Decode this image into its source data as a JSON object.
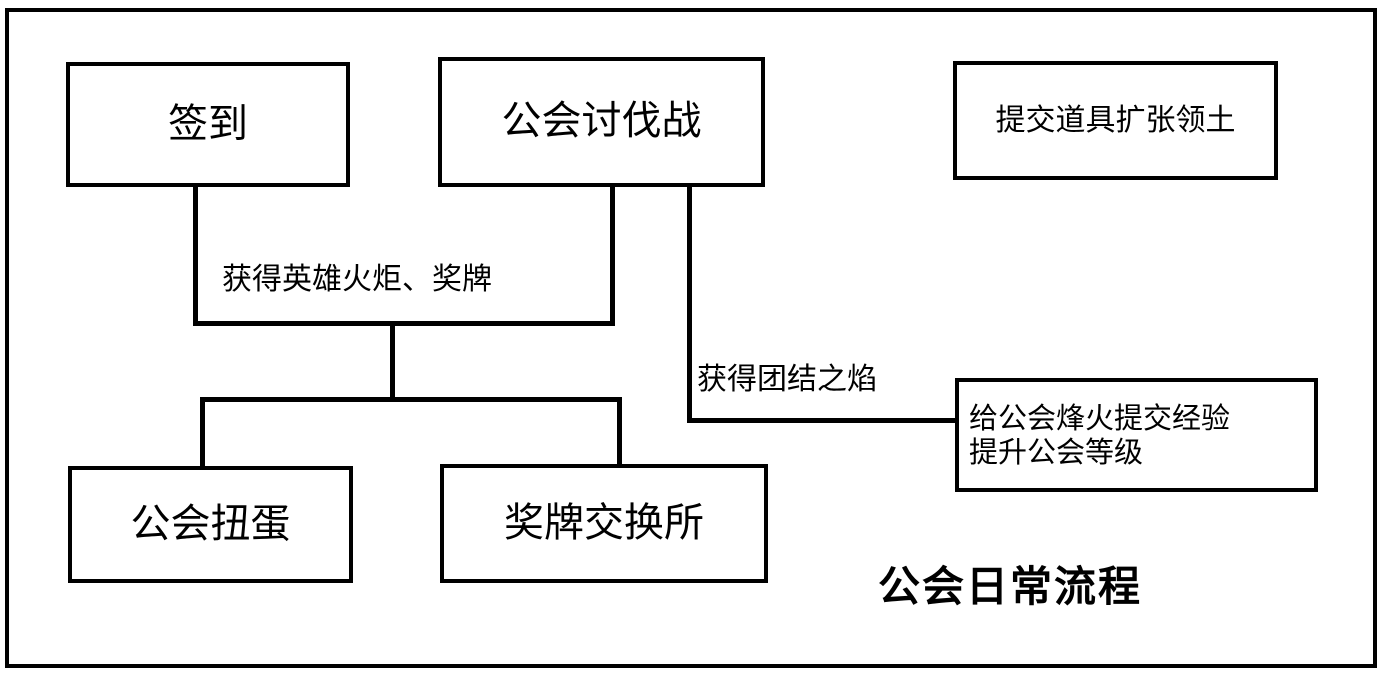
{
  "diagram": {
    "caption": "公会日常流程",
    "nodes": [
      {
        "id": "signin",
        "label": "签到"
      },
      {
        "id": "guild_war",
        "label": "公会讨伐战"
      },
      {
        "id": "expand",
        "label": "提交道具扩张领土"
      },
      {
        "id": "gacha",
        "label": "公会扭蛋"
      },
      {
        "id": "medal_shop",
        "label": "奖牌交换所"
      },
      {
        "id": "bonfire",
        "label": "给公会烽火提交经验\n提升公会等级"
      }
    ],
    "edge_labels": [
      {
        "id": "torch",
        "text": "获得英雄火炬、奖牌"
      },
      {
        "id": "flame",
        "text": "获得团结之焰"
      }
    ],
    "colors": {
      "stroke": "#000000",
      "background": "#ffffff",
      "text": "#000000"
    }
  }
}
